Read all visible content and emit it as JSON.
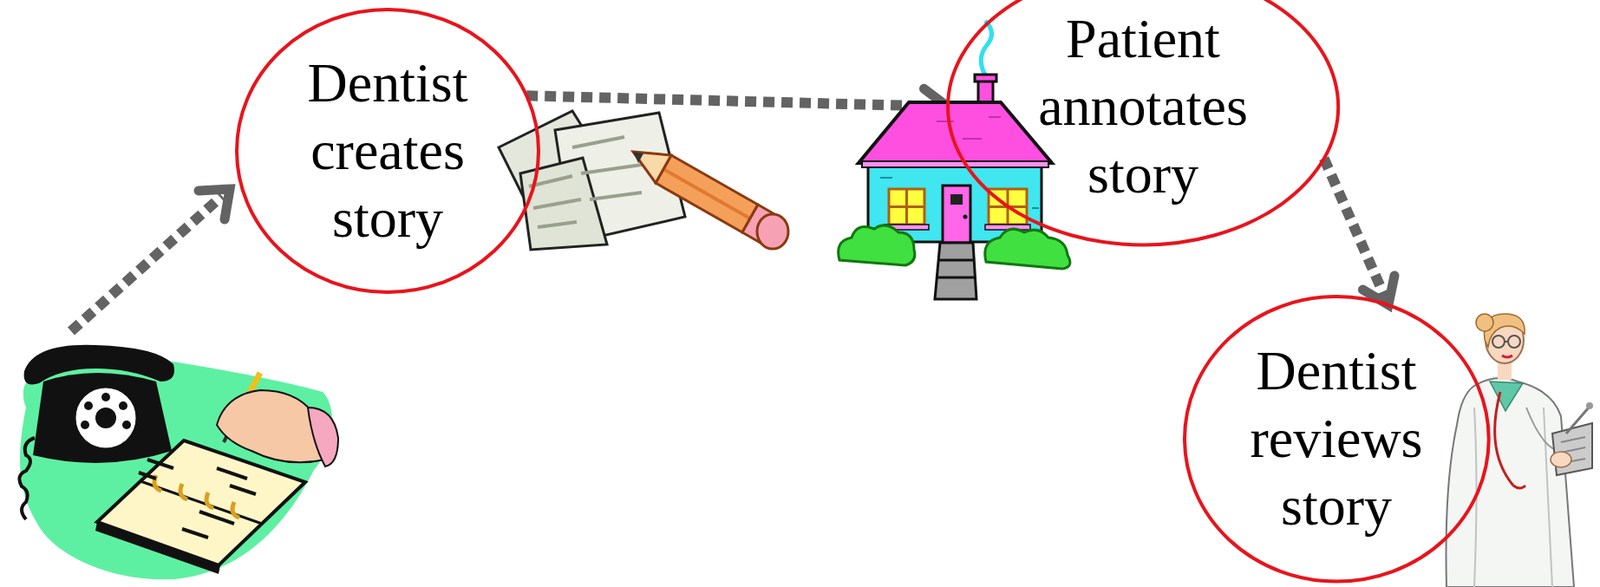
{
  "diagram": {
    "nodes": [
      {
        "text": [
          "Dentist creates story"
        ]
      },
      {
        "text": [
          "Patient annotates story"
        ]
      },
      {
        "text": [
          "Dentist reviews story"
        ]
      }
    ],
    "edges": [
      {
        "from": 0,
        "to": 1,
        "arrow": "to"
      },
      {
        "from": 1,
        "to": 2,
        "arrow": "to"
      }
    ]
  }
}
